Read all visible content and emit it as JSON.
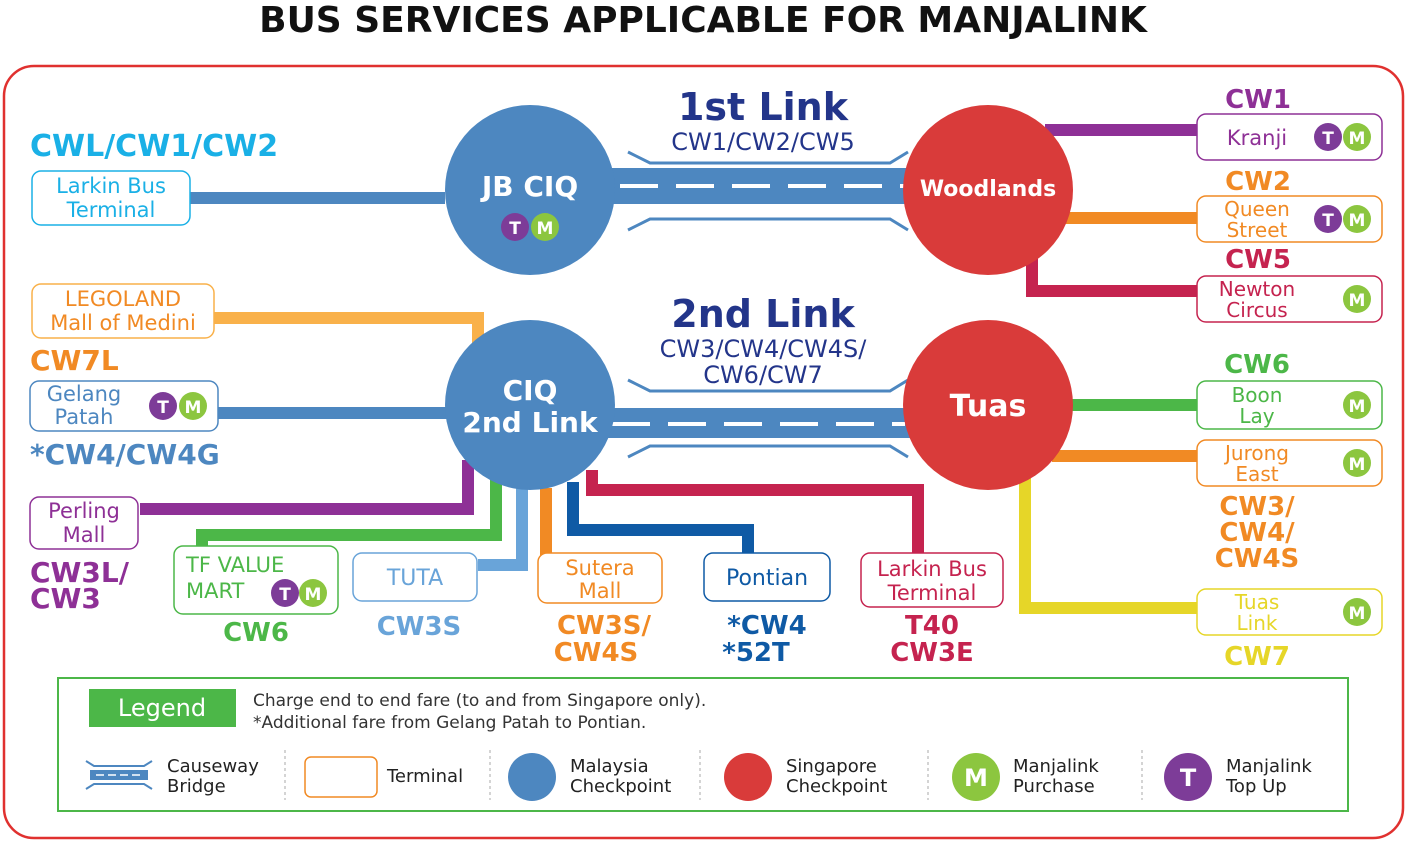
{
  "title": "BUS SERVICES APPLICABLE FOR MANJALINK",
  "colors": {
    "frame": "#e0312f",
    "malaysia": "#4d87c0",
    "singapore": "#d93b3a",
    "purple": "#8e3096",
    "orange": "#f18a24",
    "amber": "#f9b14a",
    "green": "#4cb748",
    "lightblue": "#69a4d9",
    "navy": "#0f5aa5",
    "crimson": "#c5234f",
    "yellow": "#e6d628",
    "cyan": "#1ab0e6",
    "darkblue": "#23358a",
    "topup": "#7d3c98",
    "purchase": "#8cc63f"
  },
  "links": {
    "first": {
      "name": "1st Link",
      "routes": "CW1/CW2/CW5"
    },
    "second": {
      "name": "2nd Link",
      "routes_line1": "CW3/CW4/CW4S/",
      "routes_line2": "CW6/CW7"
    }
  },
  "checkpoints": {
    "jb_ciq": "JB CIQ",
    "ciq_2nd_line1": "CIQ",
    "ciq_2nd_line2": "2nd Link",
    "woodlands": "Woodlands",
    "tuas": "Tuas"
  },
  "badges": {
    "topup": "T",
    "purchase": "M"
  },
  "left": {
    "cwl_routes": "CWL/CW1/CW2",
    "larkin_line1": "Larkin Bus",
    "larkin_line2": "Terminal",
    "legoland_line1": "LEGOLAND",
    "legoland_line2": "Mall of Medini",
    "cw7l": "CW7L",
    "gelang_line1": "Gelang",
    "gelang_line2": "Patah",
    "cw4_routes": "*CW4/CW4G",
    "perling_line1": "Perling",
    "perling_line2": "Mall",
    "cw3l_line1": "CW3L/",
    "cw3l_line2": "CW3"
  },
  "bottom": {
    "tf_line1": "TF VALUE",
    "tf_line2": "MART",
    "tf_route": "CW6",
    "tuta": "TUTA",
    "tuta_route": "CW3S",
    "sutera_line1": "Sutera",
    "sutera_line2": "Mall",
    "sutera_route1": "CW3S/",
    "sutera_route2": "CW4S",
    "pontian": "Pontian",
    "pontian_route1": "*CW4",
    "pontian_route2": "*52T",
    "larkin_line1": "Larkin Bus",
    "larkin_line2": "Terminal",
    "larkin_route1": "T40",
    "larkin_route2": "CW3E"
  },
  "right": {
    "cw1": "CW1",
    "kranji": "Kranji",
    "cw2": "CW2",
    "queen_line1": "Queen",
    "queen_line2": "Street",
    "cw5": "CW5",
    "newton_line1": "Newton",
    "newton_line2": "Circus",
    "cw6": "CW6",
    "boon_line1": "Boon",
    "boon_line2": "Lay",
    "jurong_line1": "Jurong",
    "jurong_line2": "East",
    "cw3_line1": "CW3/",
    "cw3_line2": "CW4/",
    "cw3_line3": "CW4S",
    "tuaslink_line1": "Tuas",
    "tuaslink_line2": "Link",
    "cw7": "CW7"
  },
  "legend": {
    "tag": "Legend",
    "note1": "Charge end to end fare (to and from Singapore only).",
    "note2": "*Additional fare from Gelang Patah to Pontian.",
    "causeway_line1": "Causeway",
    "causeway_line2": "Bridge",
    "terminal": "Terminal",
    "malaysia_line1": "Malaysia",
    "malaysia_line2": "Checkpoint",
    "singapore_line1": "Singapore",
    "singapore_line2": "Checkpoint",
    "purchase_line1": "Manjalink",
    "purchase_line2": "Purchase",
    "topup_line1": "Manjalink",
    "topup_line2": "Top Up"
  }
}
